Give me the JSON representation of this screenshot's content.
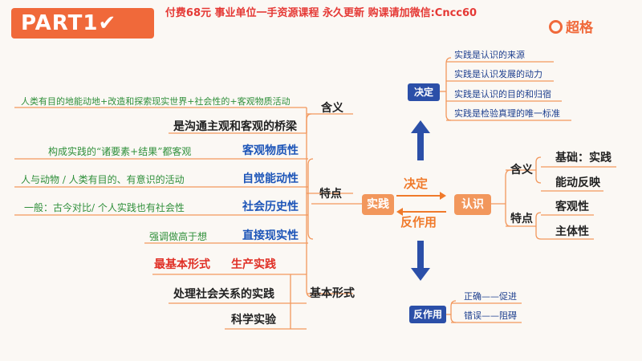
{
  "header": {
    "part_label": "PART1✔",
    "ad_text": "付费68元 事业单位一手资源课程 永久更新 购课请加微信:Cncc60",
    "logo_text": "超格"
  },
  "center": {
    "practice": "实践",
    "cognition": "认识",
    "decide": "决定",
    "reaction": "反作用"
  },
  "left": {
    "meaning": {
      "label": "含义",
      "definition": "人类有目的地能动地+改造和探索现实世界+社会性的+客观物质活动",
      "bridge": "是沟通主观和客观的桥梁"
    },
    "features": {
      "label": "特点",
      "items": [
        {
          "note": "构成实践的“诸要素+结果”都客观",
          "name": "客观物质性"
        },
        {
          "note": "人与动物 / 人类有目的、有意识的活动",
          "name": "自觉能动性"
        },
        {
          "note": "一般：古今对比/ 个人实践也有社会性",
          "name": "社会历史性"
        },
        {
          "note": "强调做高于想",
          "name": "直接现实性"
        }
      ]
    },
    "basic_forms": {
      "label": "基本形式",
      "most_basic_label": "最基本形式",
      "most_basic_value": "生产实践",
      "social": "处理社会关系的实践",
      "science": "科学实验"
    }
  },
  "right": {
    "meaning": {
      "label": "含义",
      "basis": "基础：实践",
      "reflection": "能动反映"
    },
    "features": {
      "label": "特点",
      "objective": "客观性",
      "subjective": "主体性"
    }
  },
  "top": {
    "box": "决定",
    "items": [
      "实践是认识的来源",
      "实践是认识发展的动力",
      "实践是认识的目的和归宿",
      "实践是检验真理的唯一标准"
    ]
  },
  "bottom": {
    "box": "反作用",
    "items": [
      "正确——促进",
      "错误——阻碍"
    ]
  },
  "colors": {
    "orange": "#f0693a",
    "node": "#f2975c",
    "navy": "#2b4fa8",
    "red": "#e02f25",
    "blue": "#1d55b8",
    "green": "#2f8f3a"
  }
}
